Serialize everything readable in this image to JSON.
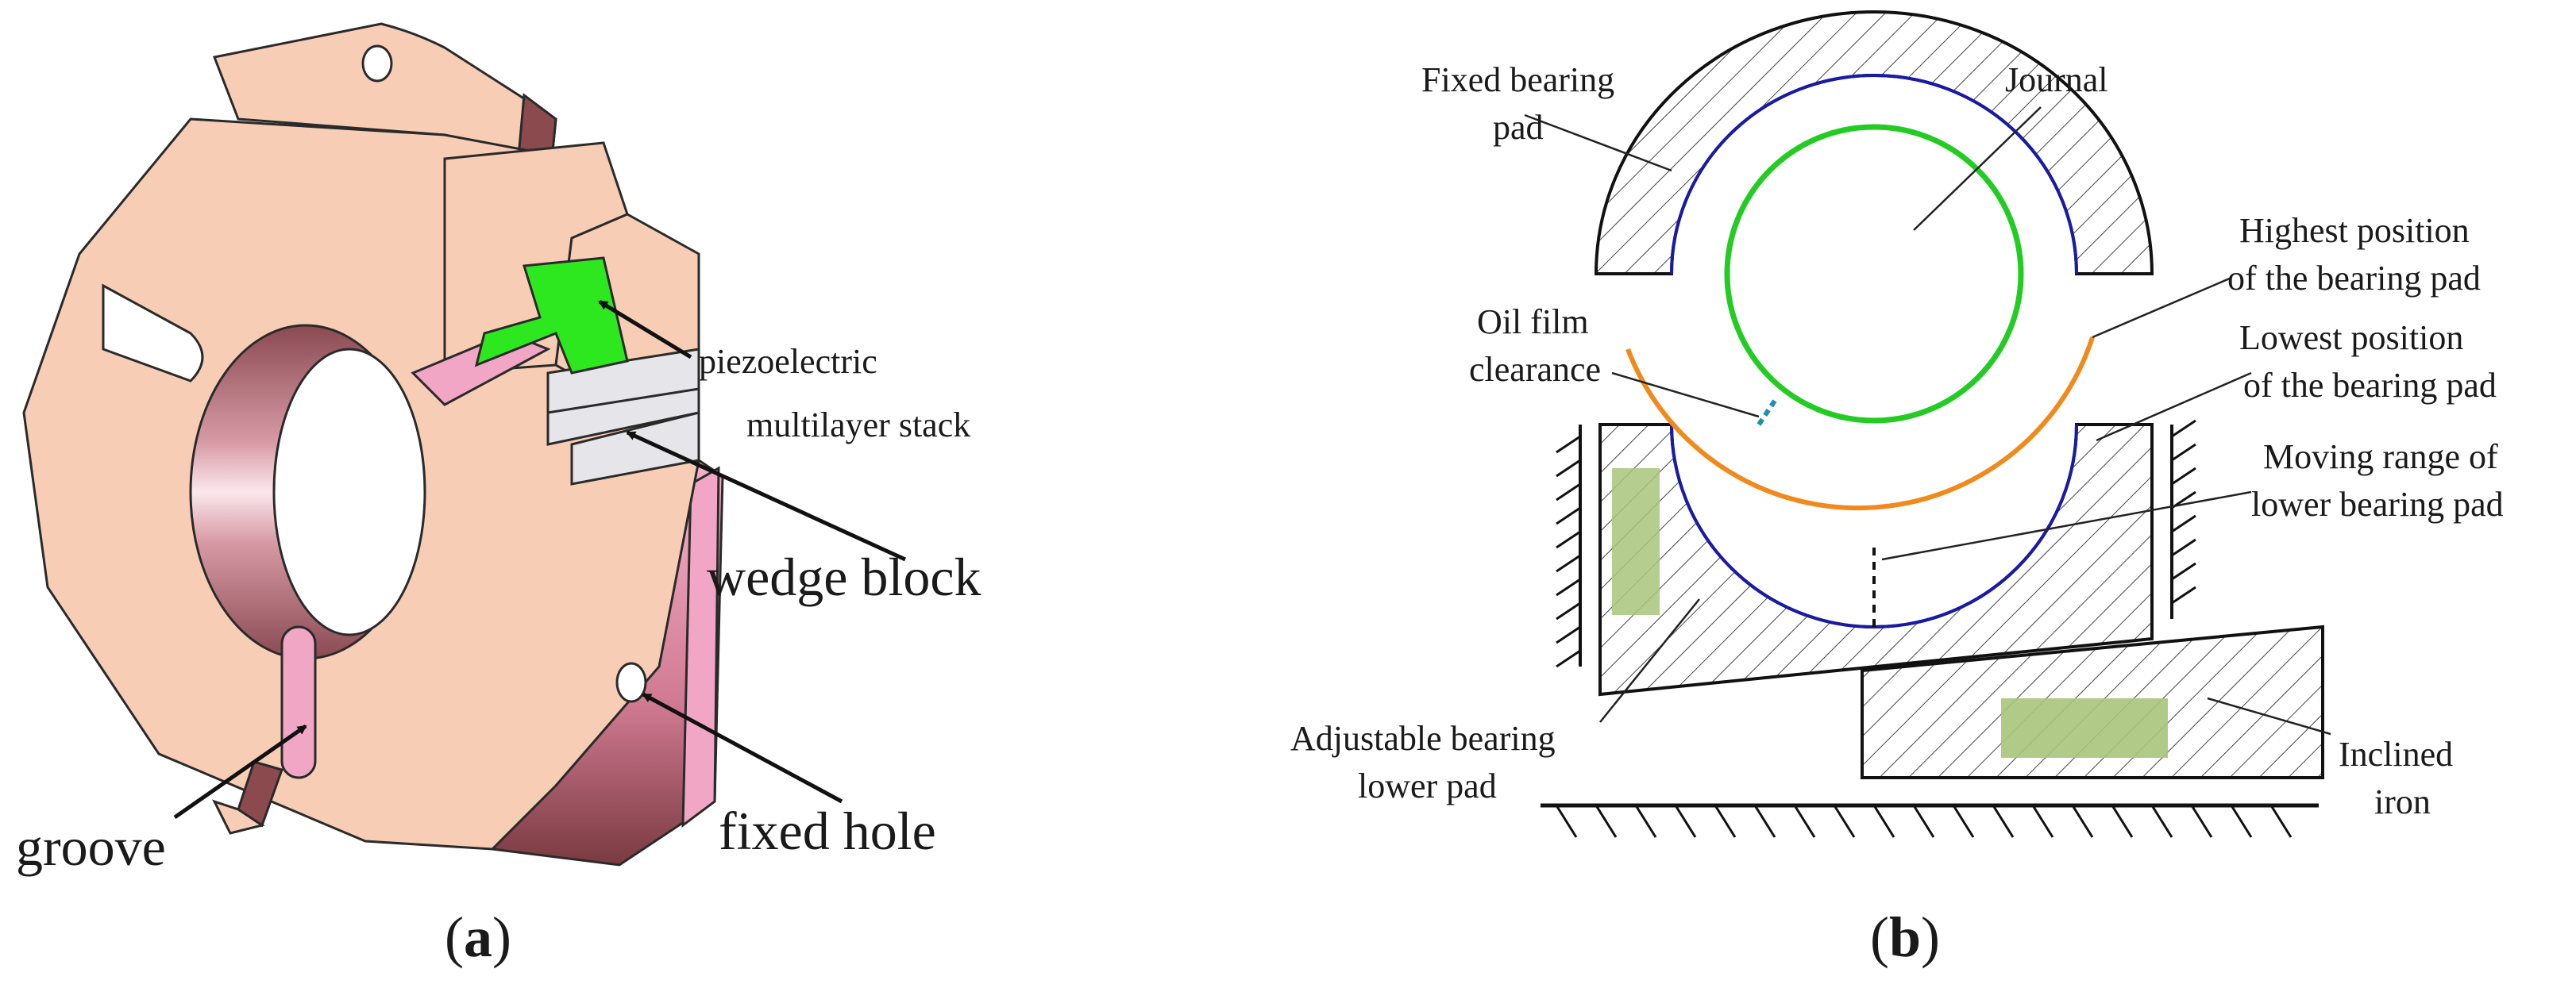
{
  "panel_a": {
    "labels": {
      "piezo_line1": "piezoelectric",
      "piezo_line2": "multilayer stack",
      "wedge_block": "wedge block",
      "groove": "groove",
      "fixed_hole": "fixed hole"
    },
    "caption": {
      "open": "(",
      "letter": "a",
      "close": ")"
    },
    "colors": {
      "body": "#f7cdb6",
      "edge": "#2a2a2a",
      "side_pink": "#f2a6c6",
      "side_dark": "#8a4a4e",
      "wedge_green": "#2ee81f",
      "stack_gray": "#e6e6ea"
    }
  },
  "panel_b": {
    "labels": {
      "fixed_bearing_pad_line1": "Fixed bearing",
      "fixed_bearing_pad_line2": "pad",
      "journal": "Journal",
      "highest_line1": "Highest position",
      "highest_line2": "of the bearing pad",
      "oil_film_line1": "Oil film",
      "oil_film_line2": "clearance",
      "lowest_line1": "Lowest position",
      "lowest_line2": "of the bearing pad",
      "moving_line1": "Moving range of",
      "moving_line2": "lower bearing pad",
      "adjustable_line1": "Adjustable bearing",
      "adjustable_line2": "lower pad",
      "inclined_line1": "Inclined",
      "inclined_line2": "iron"
    },
    "caption": {
      "open": "(",
      "letter": "b",
      "close": ")"
    },
    "colors": {
      "journal": "#22cc22",
      "blue_arc": "#1a1aa8",
      "orange_arc": "#f08a1c",
      "green_block": "#a8c47a",
      "hatch": "#333333",
      "clearance": "#1a8fb0"
    }
  }
}
